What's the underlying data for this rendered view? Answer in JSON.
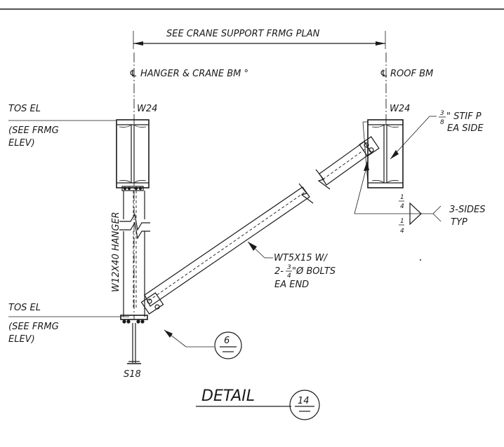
{
  "drawing": {
    "dimension_label": "SEE CRANE SUPPORT FRMG PLAN",
    "centerline_left": "HANGER & CRANE BM °",
    "centerline_right": "ROOF BM",
    "centerline_symbol": "℄",
    "tos_el_top": "TOS EL",
    "see_frmg_top_1": "(SEE FRMG",
    "see_frmg_top_2": "ELEV)",
    "tos_el_bottom": "TOS EL",
    "see_frmg_bottom_1": "(SEE FRMG",
    "see_frmg_bottom_2": "ELEV)",
    "beam_left": "W24",
    "beam_right": "W24",
    "stiffener_num": "3",
    "stiffener_den": "8",
    "stiffener_text": "\" STIF P",
    "stiffener_text_2": "EA SIDE",
    "weld_top_num": "1",
    "weld_top_den": "4",
    "weld_bot_num": "1",
    "weld_bot_den": "4",
    "weld_note_1": "3-SIDES",
    "weld_note_2": "TYP",
    "hanger_label": "W12X40 HANGER",
    "brace_label_1": "WT5X15 W/",
    "brace_label_2_pre": "2-",
    "brace_label_2_num": "3",
    "brace_label_2_den": "4",
    "brace_label_2_post": "\"Ø BOLTS",
    "brace_label_3": "EA END",
    "callout_number": "6",
    "column_label": "S18",
    "detail_title": "DETAIL",
    "detail_number": "14"
  }
}
